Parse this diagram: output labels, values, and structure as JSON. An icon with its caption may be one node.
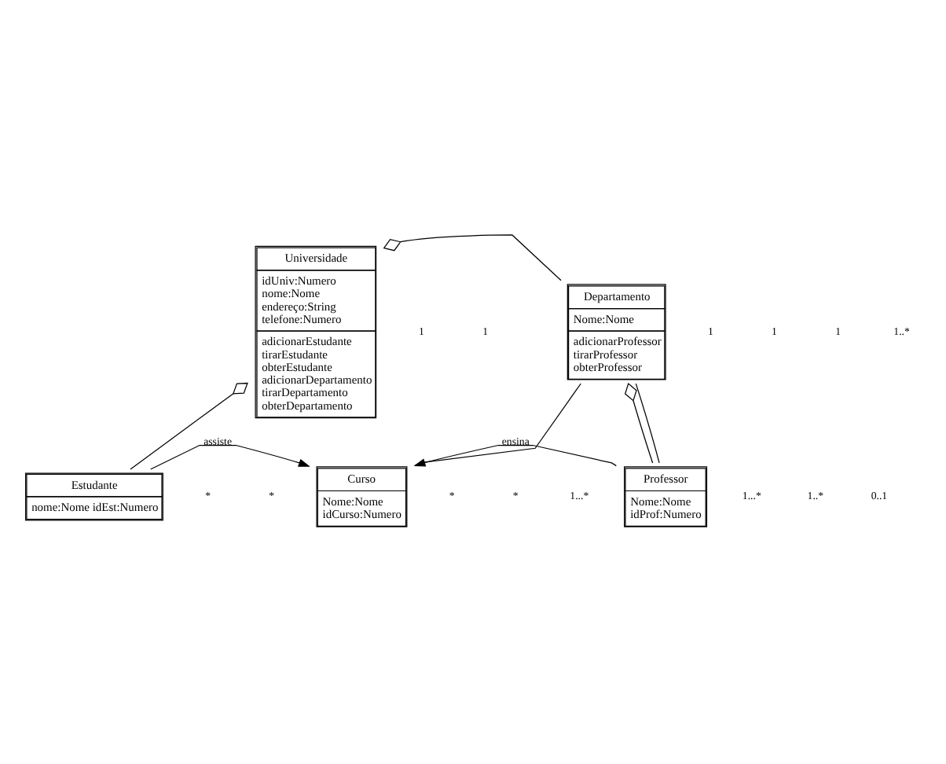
{
  "diagram": {
    "nodes": [
      {
        "text": [
          "Universidade",
          "idUniv:Numero nome:Nome endereço:String telefone:Numero",
          "adicionarEstudante tirarEstudante obterEstudante adicionarDepartamento tirarDepartamento obterDepartamento"
        ]
      },
      {
        "text": [
          "Departamento",
          "Nome:Nome",
          "adicionarProfessor tirarProfessor obterProfessor"
        ]
      },
      {
        "text": [
          "Estudante",
          "nome:Nome idEst:Numero"
        ]
      },
      {
        "text": [
          "Curso",
          "Nome:Nome idCurso:Numero"
        ]
      },
      {
        "text": [
          "Professor",
          "Nome:Nome idProf:Numero"
        ]
      }
    ],
    "edges": [
      {
        "from": 0,
        "to": 1,
        "arrow": "other"
      },
      {
        "from": 0,
        "to": 2,
        "arrow": "other"
      },
      {
        "from": 1,
        "to": 4,
        "arrow": "other"
      },
      {
        "from": 1,
        "to": 4,
        "arrow": "none"
      },
      {
        "from": 1,
        "to": 3,
        "arrow": "none"
      },
      {
        "from": 2,
        "to": 3,
        "arrow": "to",
        "label": "assiste"
      },
      {
        "from": 4,
        "to": 3,
        "arrow": "to",
        "label": "ensina"
      }
    ],
    "labels": [
      "1",
      "1..*",
      "1",
      "1",
      "1",
      "0..1",
      "1",
      "*",
      "1...*",
      "1..*",
      "*",
      "*",
      "*",
      "1...*"
    ]
  }
}
